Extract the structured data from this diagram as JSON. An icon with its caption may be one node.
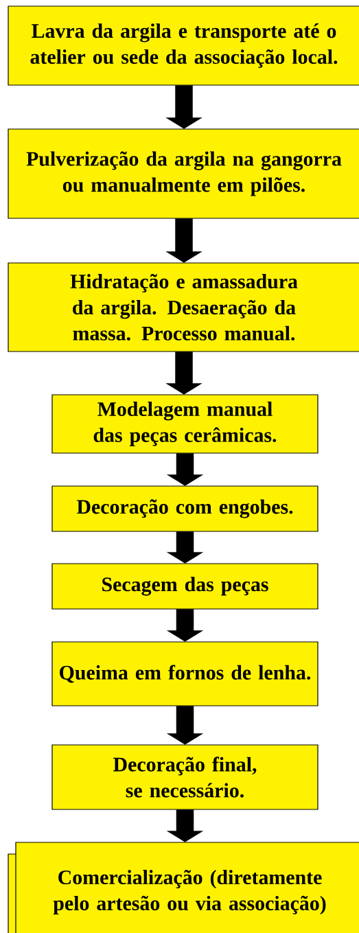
{
  "diagram": {
    "nodes": [
      {
        "text": [
          "Lavra da argila e transporte até o atelier ou sede da associação local."
        ]
      },
      {
        "text": [
          "Pulverização da argila na gangorra ou manualmente em pilões."
        ]
      },
      {
        "text": [
          "Hidratação e amassadura da argila. Desaeração da massa. Processo manual."
        ]
      },
      {
        "text": [
          "Modelagem manual das peças cerâmicas."
        ]
      },
      {
        "text": [
          "Decoração com engobes."
        ]
      },
      {
        "text": [
          "Secagem das peças"
        ]
      },
      {
        "text": [
          "Queima em fornos de lenha."
        ]
      },
      {
        "text": [
          "Decoração final, se necessário."
        ]
      },
      {
        "text": [
          "Comercialização (diretamente pelo artesão ou via associação)"
        ]
      }
    ],
    "edges": [
      {
        "from": 0,
        "to": 1,
        "arrow": "to"
      },
      {
        "from": 1,
        "to": 2,
        "arrow": "to"
      },
      {
        "from": 2,
        "to": 3,
        "arrow": "to"
      },
      {
        "from": 3,
        "to": 4,
        "arrow": "to"
      },
      {
        "from": 4,
        "to": 5,
        "arrow": "to"
      },
      {
        "from": 5,
        "to": 6,
        "arrow": "to"
      },
      {
        "from": 6,
        "to": 7,
        "arrow": "to"
      },
      {
        "from": 7,
        "to": 8,
        "arrow": "to"
      }
    ]
  }
}
